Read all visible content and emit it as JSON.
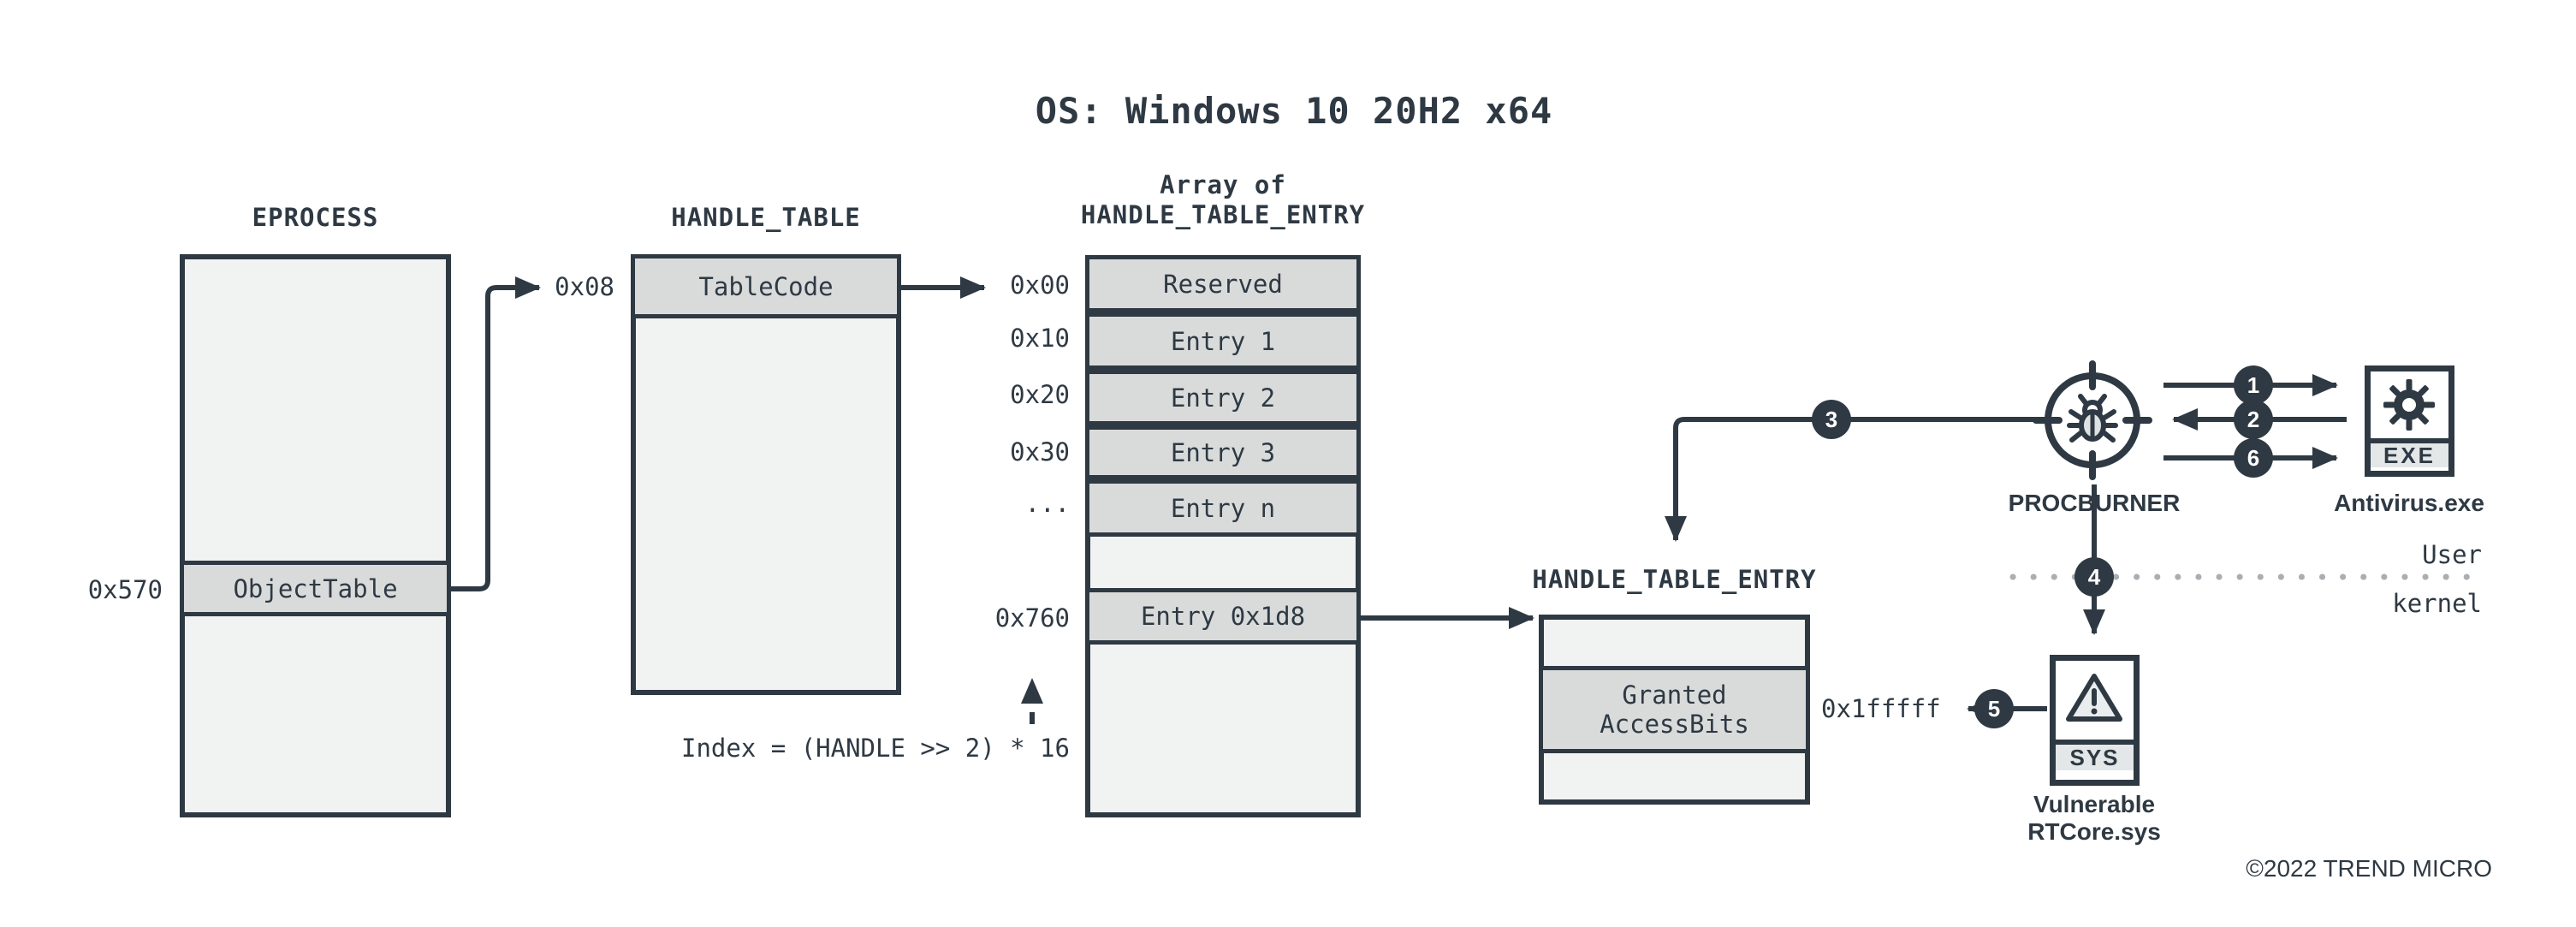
{
  "page": {
    "title": "OS: Windows 10 20H2 x64",
    "copyright": "©2022 TREND MICRO"
  },
  "colors": {
    "ink": "#2e3943",
    "cell_light": "#f1f2f2",
    "cell_dark": "#d9dbdb",
    "file_band": "#e3e7e7",
    "boundary_dots": "#a9aeb3"
  },
  "eprocess": {
    "title": "EPROCESS",
    "offset_label": "0x570",
    "field_label": "ObjectTable"
  },
  "handle_table": {
    "title": "HANDLE_TABLE",
    "offset_label": "0x08",
    "field_label": "TableCode"
  },
  "entry_array": {
    "title_line1": "Array of",
    "title_line2": "HANDLE_TABLE_ENTRY",
    "rows": [
      {
        "label": "Reserved",
        "offset": "0x00"
      },
      {
        "label": "Entry 1",
        "offset": "0x10"
      },
      {
        "label": "Entry 2",
        "offset": "0x20"
      },
      {
        "label": "Entry 3",
        "offset": "0x30"
      },
      {
        "label": "Entry n",
        "offset": "..."
      },
      {
        "label": "",
        "offset": ""
      },
      {
        "label": "Entry 0x1d8",
        "offset": "0x760"
      },
      {
        "label": "",
        "offset": ""
      }
    ],
    "index_formula": "Index = (HANDLE >> 2) * 16"
  },
  "handle_table_entry": {
    "title": "HANDLE_TABLE_ENTRY",
    "field_line1": "Granted",
    "field_line2": "AccessBits",
    "access_value": "0x1fffff"
  },
  "actors": {
    "procburner": {
      "label": "PROCBURNER"
    },
    "antivirus": {
      "label": "Antivirus.exe",
      "badge": "EXE"
    },
    "rtcore": {
      "label": "Vulnerable RTCore.sys",
      "badge": "SYS"
    }
  },
  "boundary": {
    "user": "User",
    "kernel": "kernel"
  },
  "badges": {
    "s1": "1",
    "s2": "2",
    "s3": "3",
    "s4": "4",
    "s5": "5",
    "s6": "6"
  }
}
